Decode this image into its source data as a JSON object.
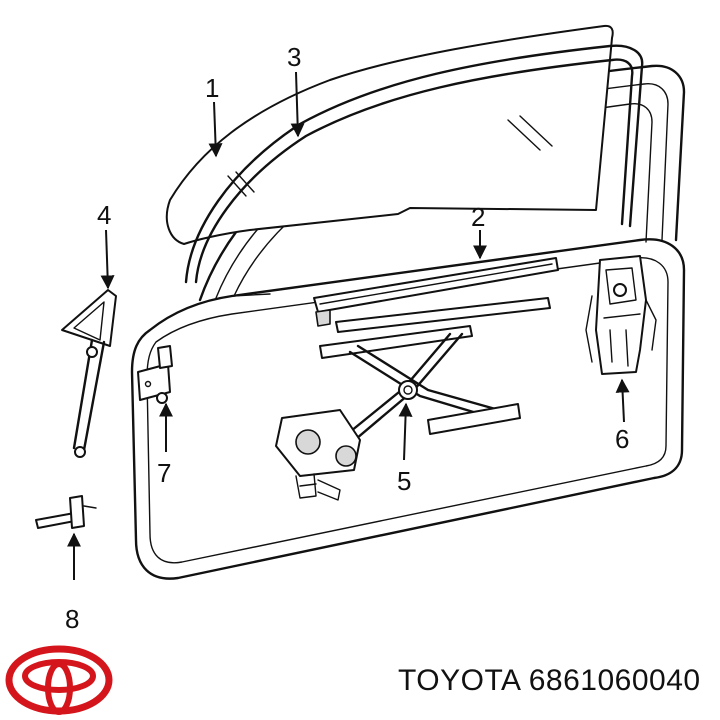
{
  "caption": "TOYOTA 6861060040",
  "logo_name": "TOYOTA",
  "callouts": [
    {
      "id": "1",
      "label": "1"
    },
    {
      "id": "2",
      "label": "2"
    },
    {
      "id": "3",
      "label": "3"
    },
    {
      "id": "4",
      "label": "4"
    },
    {
      "id": "5",
      "label": "5"
    },
    {
      "id": "6",
      "label": "6"
    },
    {
      "id": "7",
      "label": "7"
    },
    {
      "id": "8",
      "label": "8"
    }
  ],
  "colors": {
    "logo": "#d4161c",
    "ink": "#111111"
  }
}
